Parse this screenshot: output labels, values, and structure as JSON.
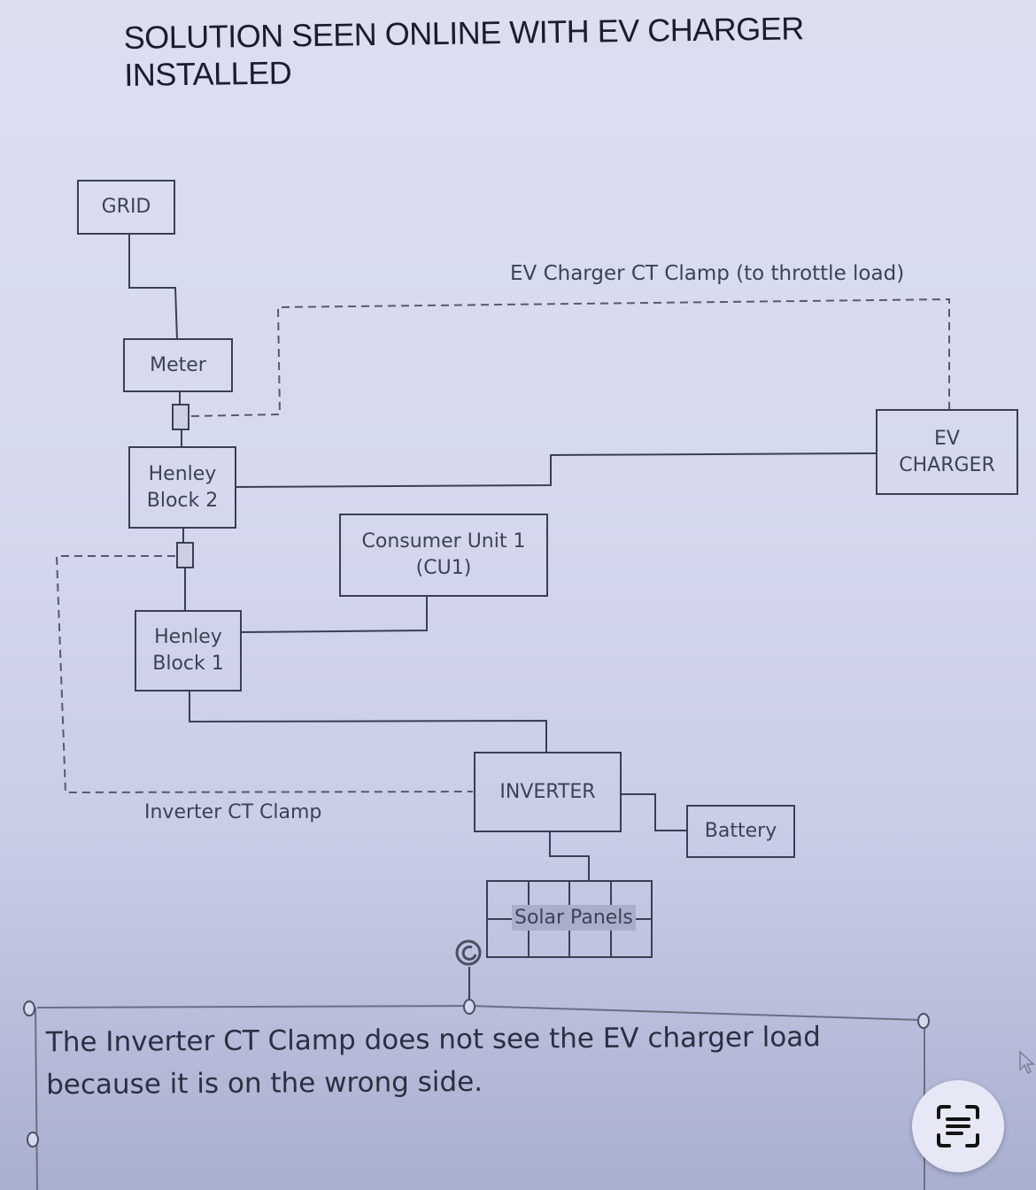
{
  "title": "SOLUTION SEEN ONLINE WITH EV CHARGER INSTALLED",
  "nodes": {
    "grid": "GRID",
    "meter": "Meter",
    "henley2_line1": "Henley",
    "henley2_line2": "Block 2",
    "henley1_line1": "Henley",
    "henley1_line2": "Block 1",
    "cu1_line1": "Consumer Unit 1",
    "cu1_line2": "(CU1)",
    "ev_line1": "EV",
    "ev_line2": "CHARGER",
    "inverter": "INVERTER",
    "battery": "Battery",
    "solar": "Solar Panels"
  },
  "labels": {
    "ev_ct": "EV Charger CT Clamp (to throttle load)",
    "inverter_ct": "Inverter CT Clamp"
  },
  "note": {
    "line1": "The Inverter CT Clamp does not see the EV charger load",
    "line2": "because it is on the wrong side."
  },
  "icons": {
    "lens": "text-scan-icon",
    "cursor": "mouse-pointer-icon",
    "rotate": "rotate-handle-icon"
  },
  "colors": {
    "background": "#d6d9ee",
    "line": "#3a3f55",
    "text": "#3d4256"
  }
}
